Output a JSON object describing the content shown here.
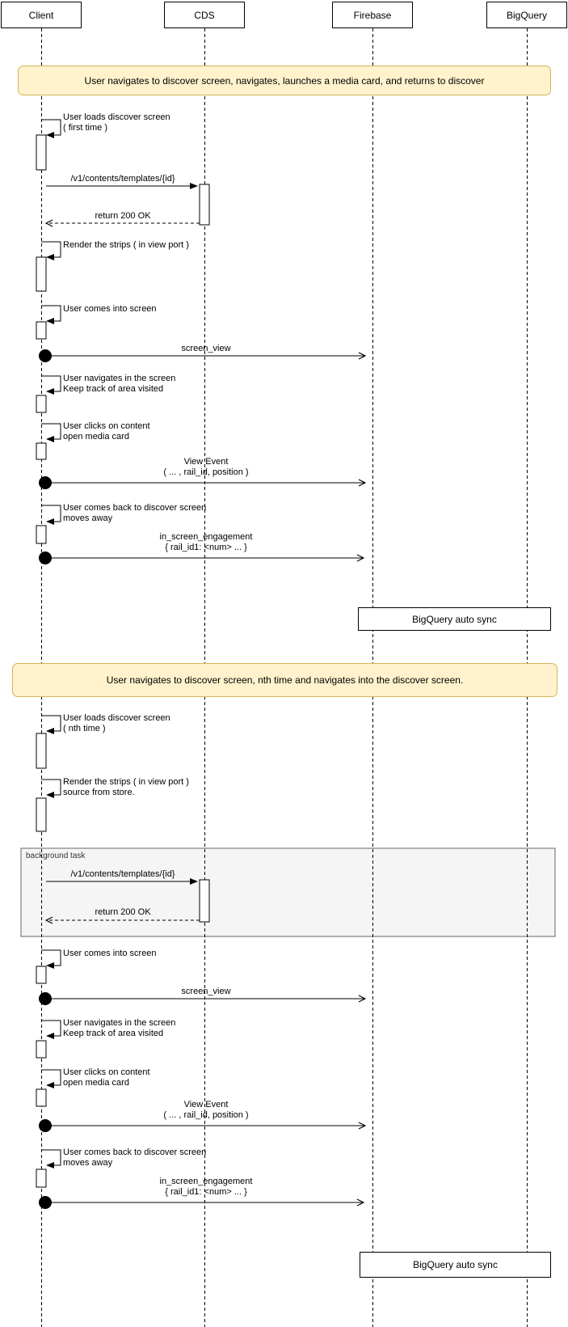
{
  "colors": {
    "note_fill": "#FFF2CC",
    "note_border": "#D6B656",
    "frame_fill": "#F5F5F5",
    "frame_border": "#666666"
  },
  "actors": [
    {
      "label": "Client"
    },
    {
      "label": "CDS"
    },
    {
      "label": "Firebase"
    },
    {
      "label": "BigQuery"
    }
  ],
  "scenario1": {
    "note": "User navigates to discover screen, navigates, launches a media card, and returns to discover",
    "msg_load1": "User loads discover screen",
    "msg_load2": "( first time )",
    "msg_api": "/v1/contents/templates/{id}",
    "msg_return": "return 200 OK",
    "msg_render": "Render the strips ( in view port )",
    "msg_comes": "User comes into screen",
    "evt_screen_view": "screen_view",
    "msg_nav1": "User navigates in the screen",
    "msg_nav2": "Keep track of area visited",
    "msg_click1": "User clicks on content",
    "msg_click2": "open media card",
    "evt_view1": "View Event",
    "evt_view2": "( ... , rail_id, position )",
    "msg_back1": "User comes back to discover screen",
    "msg_back2": "moves away",
    "evt_eng1": "in_screen_engagement",
    "evt_eng2": "{ rail_id1: <num> ... }",
    "sync_box": "BigQuery auto sync"
  },
  "scenario2": {
    "note": "User navigates to discover screen, nth time and navigates into the discover screen.",
    "msg_load1": "User loads discover screen",
    "msg_load2": "( nth time )",
    "msg_render1": "Render the strips ( in view port )",
    "msg_render2": "source from store.",
    "frame_label": "background task",
    "msg_api": "/v1/contents/templates/{id}",
    "msg_return": "return 200 OK",
    "msg_comes": "User comes into screen",
    "evt_screen_view": "screen_view",
    "msg_nav1": "User navigates in the screen",
    "msg_nav2": "Keep track of area visited",
    "msg_click1": "User clicks on content",
    "msg_click2": "open media card",
    "evt_view1": "View Event",
    "evt_view2": "( ... , rail_id, position )",
    "msg_back1": "User comes back to discover screen",
    "msg_back2": "moves away",
    "evt_eng1": "in_screen_engagement",
    "evt_eng2": "{ rail_id1: <num> ... }",
    "sync_box": "BigQuery auto sync"
  }
}
